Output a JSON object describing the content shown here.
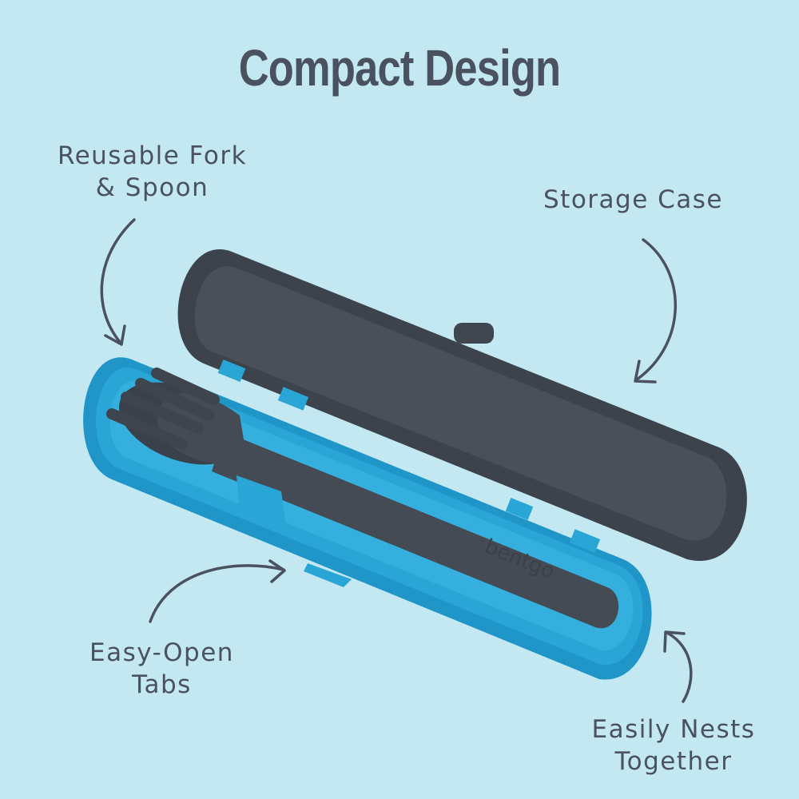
{
  "title": "Compact Design",
  "callouts": {
    "fork_spoon": {
      "line1": "Reusable Fork",
      "line2": "& Spoon"
    },
    "storage_case": {
      "line1": "Storage Case"
    },
    "tabs": {
      "line1": "Easy-Open",
      "line2": "Tabs"
    },
    "nests": {
      "line1": "Easily Nests",
      "line2": "Together"
    }
  },
  "product": {
    "brand_mark": "bentgo"
  },
  "colors": {
    "background": "#c3e8f2",
    "text": "#4a5260",
    "case_blue": "#2aa6d6",
    "case_dark": "#454b55"
  }
}
